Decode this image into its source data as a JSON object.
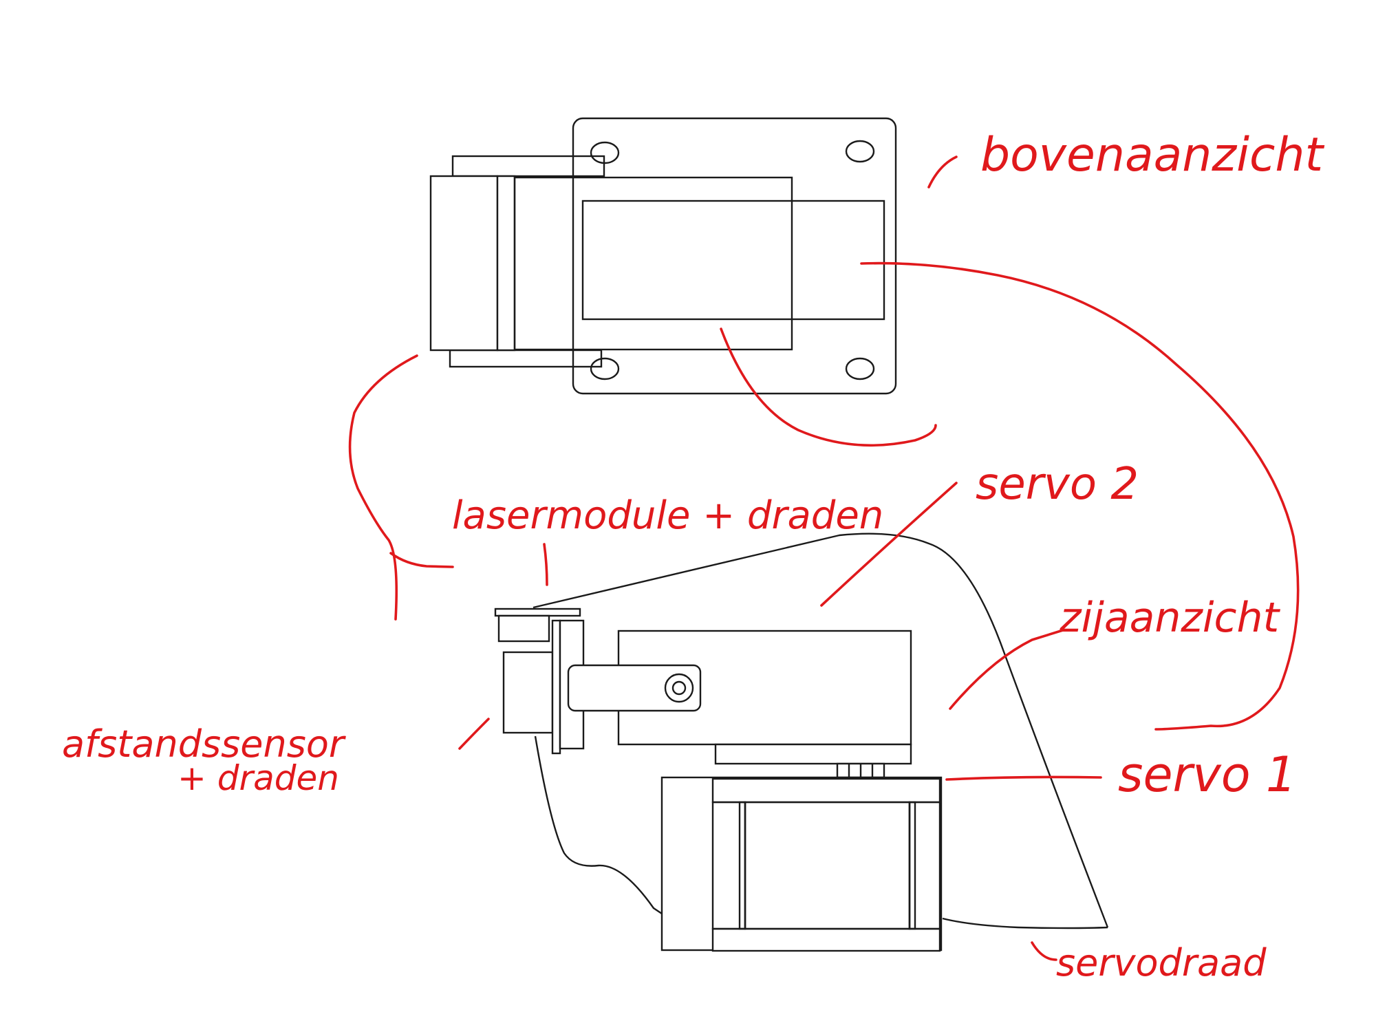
{
  "labels": {
    "top_view": "bovenaanzicht",
    "servo_2": "servo 2",
    "laser_module": "lasermodule + draden",
    "side_view": "zijaanzicht",
    "distance_sensor_line1": "afstandssensor",
    "distance_sensor_line2": "+ draden",
    "servo_1": "servo 1",
    "servo_wire": "servodraad"
  },
  "colors": {
    "annotation": "#e0191c",
    "outline": "#1a1a1a",
    "background": "#ffffff"
  }
}
